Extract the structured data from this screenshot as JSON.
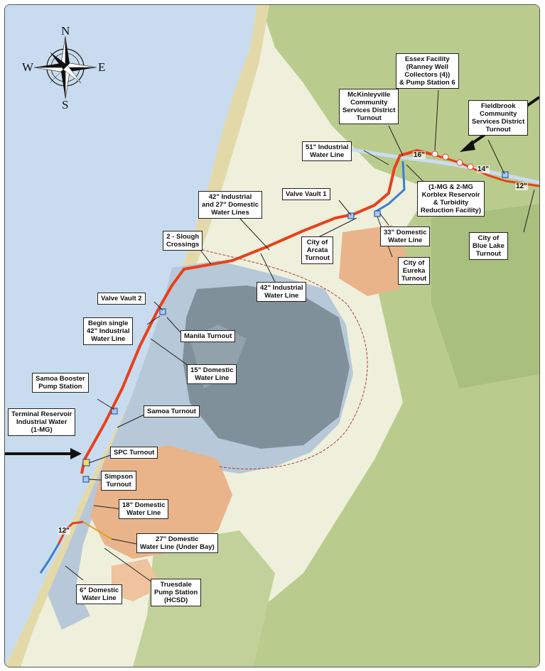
{
  "compass": {
    "n": "N",
    "s": "S",
    "e": "E",
    "w": "W"
  },
  "labels": {
    "essex": [
      "Essex Facility",
      "(Ranney Well",
      "Collectors (4))",
      "& Pump Station 6"
    ],
    "mckinleyville": [
      "McKinleyville",
      "Community",
      "Services District",
      "Turnout"
    ],
    "fieldbrook": [
      "Fieldbrook",
      "Community",
      "Services District",
      "Turnout"
    ],
    "industrial51": [
      "51\" Industrial",
      "Water Line"
    ],
    "korblex": [
      "(1-MG & 2-MG",
      "Korblex Reservoir",
      "& Turbidity",
      "Reduction Facility)"
    ],
    "vault1": [
      "Valve Vault 1"
    ],
    "ind42dom27": [
      "42\" Industrial",
      "and 27\" Domestic",
      "Water Lines"
    ],
    "dom33": [
      "33\" Domestic",
      "Water Line"
    ],
    "bluelake": [
      "City of",
      "Blue Lake",
      "Turnout"
    ],
    "slough": [
      "2 - Slough",
      "Crossings"
    ],
    "arcata": [
      "City of",
      "Arcata",
      "Turnout"
    ],
    "eureka": [
      "City of",
      "Eureka",
      "Turnout"
    ],
    "ind42": [
      "42\" Industrial",
      "Water Line"
    ],
    "vault2": [
      "Valve Vault 2"
    ],
    "beginsingle": [
      "Begin single",
      "42\" Industrial",
      "Water Line"
    ],
    "manila": [
      "Manila Turnout"
    ],
    "dom15": [
      "15\" Domestic",
      "Water Line"
    ],
    "samoabooster": [
      "Samoa Booster",
      "Pump Station"
    ],
    "samoaturnout": [
      "Samoa Turnout"
    ],
    "terminal": [
      "Terminal Reservoir",
      "Industrial Water",
      "(1-MG)"
    ],
    "spc": [
      "SPC Turnout"
    ],
    "simpson": [
      "Simpson",
      "Turnout"
    ],
    "dom18": [
      "18\" Domestic",
      "Water Line"
    ],
    "dom27": [
      "27\" Domestic",
      "Water Line (Under Bay)"
    ],
    "dom6": [
      "6\" Domestic",
      "Water Line"
    ],
    "truesdale": [
      "Truesdale",
      "Pump Station",
      "(HCSD)"
    ]
  },
  "pipe_sizes": {
    "s16": "16\"",
    "s14": "14\"",
    "s12a": "12\"",
    "s12b": "12\""
  },
  "colors": {
    "ocean": "#c9dcef",
    "bay_water": "#b7c8d8",
    "mudflats": "#7f909a",
    "land": "#eef0dc",
    "forest": "#b9cc8e",
    "urban": "#e9b48a",
    "industrial_line": "#e8401c",
    "domestic_line": "#3a7fd0",
    "dune": "#e3d9a8"
  },
  "icons": [
    "compass-rose-icon",
    "arrow-pointer-icon"
  ]
}
